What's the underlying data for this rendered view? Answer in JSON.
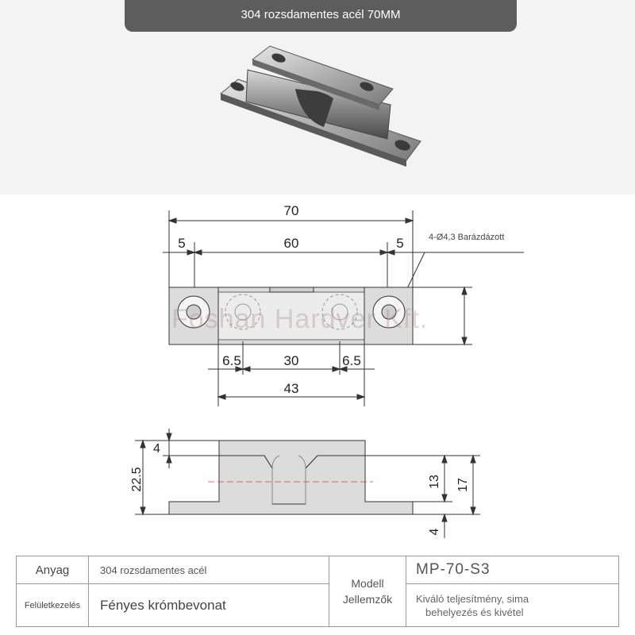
{
  "title": "304 rozsdamentes acél 70MM",
  "watermark": "Foshan Hardver Kft.",
  "top_view": {
    "dim_total": "70",
    "dim_side_left": "5",
    "dim_middle": "60",
    "dim_side_right": "5",
    "hole_note": "4-Ø4,3 Barázdázott",
    "dim_inner_left": "6.5",
    "dim_inner_mid": "30",
    "dim_inner_right": "6.5",
    "dim_inner_total": "43"
  },
  "side_view": {
    "dim_top_thickness": "4",
    "dim_total_height": "22.5",
    "dim_inner_height": "13",
    "dim_outer_height": "17",
    "dim_base_thickness": "4"
  },
  "specs": {
    "material_label": "Anyag",
    "material_value": "304 rozsdamentes acél",
    "finish_label": "Felületkezelés",
    "finish_value": "Fényes krómbevonat",
    "model_label": "Modell",
    "model_value": "MP-70-S3",
    "features_label": "Jellemzők",
    "features_line1": "Kiváló teljesítmény, sima",
    "features_line2": "behelyezés és kivétel"
  },
  "colors": {
    "title_bg": "#5d5d5d",
    "photo_bg": "#f3f3f3",
    "part_fill": "#dcdcdc",
    "line": "#333333"
  }
}
